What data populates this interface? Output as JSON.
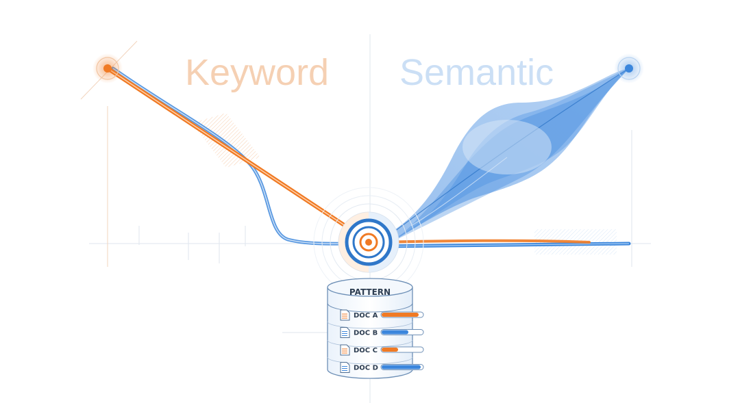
{
  "labels": {
    "keyword": "Keyword",
    "semantic": "Semantic"
  },
  "colors": {
    "keyword": "#f07a24",
    "semantic": "#3b86dc",
    "grid": "#dfe6ee",
    "text": "#2e3e52"
  },
  "database": {
    "title": "PATTERN",
    "docs": [
      {
        "label": "DOC A",
        "score": 0.9,
        "color": "#f07a24"
      },
      {
        "label": "DOC B",
        "score": 0.65,
        "color": "#3b86dc"
      },
      {
        "label": "DOC C",
        "score": 0.4,
        "color": "#f07a24"
      },
      {
        "label": "DOC D",
        "score": 0.95,
        "color": "#3b86dc"
      }
    ]
  }
}
